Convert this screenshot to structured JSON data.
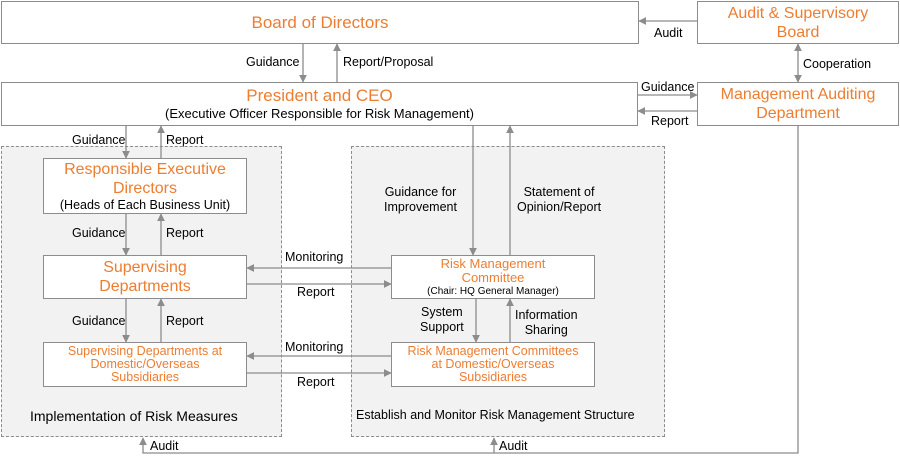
{
  "boxes": {
    "board": "Board of Directors",
    "audit_board": "Audit & Supervisory\nBoard",
    "ceo_title": "President and CEO",
    "ceo_sub": "(Executive Officer Responsible for Risk Management)",
    "mad": "Management Auditing\nDepartment",
    "red_title": "Responsible Executive\nDirectors",
    "red_sub": "(Heads of Each Business Unit)",
    "supervising": "Supervising\nDepartments",
    "sub_supervising": "Supervising Departments at\nDomestic/Overseas\nSubsidiaries",
    "rmc_title": "Risk Management\nCommittee",
    "rmc_sub": "(Chair: HQ General Manager)",
    "sub_rmc": "Risk Management Committees\nat Domestic/Overseas\nSubsidiaries"
  },
  "regions": {
    "left": "Implementation of Risk Measures",
    "right": "Establish and Monitor Risk Management Structure"
  },
  "labels": {
    "audit_top": "Audit",
    "guidance_board": "Guidance",
    "report_proposal": "Report/Proposal",
    "cooperation": "Cooperation",
    "guidance_mad": "Guidance",
    "report_mad": "Report",
    "guidance_red": "Guidance",
    "report_red": "Report",
    "guidance_improve": "Guidance for\nImprovement",
    "statement": "Statement of\nOpinion/Report",
    "guidance_sup": "Guidance",
    "report_sup": "Report",
    "monitoring_1": "Monitoring",
    "report_1": "Report",
    "system_support": "System\nSupport",
    "info_sharing": "Information\nSharing",
    "guidance_sub": "Guidance",
    "report_sub": "Report",
    "monitoring_2": "Monitoring",
    "report_2": "Report",
    "audit_left": "Audit",
    "audit_right": "Audit"
  },
  "colors": {
    "accent": "#ed7d31",
    "line": "#8c8c8c",
    "region_fill": "#f2f2f2"
  }
}
